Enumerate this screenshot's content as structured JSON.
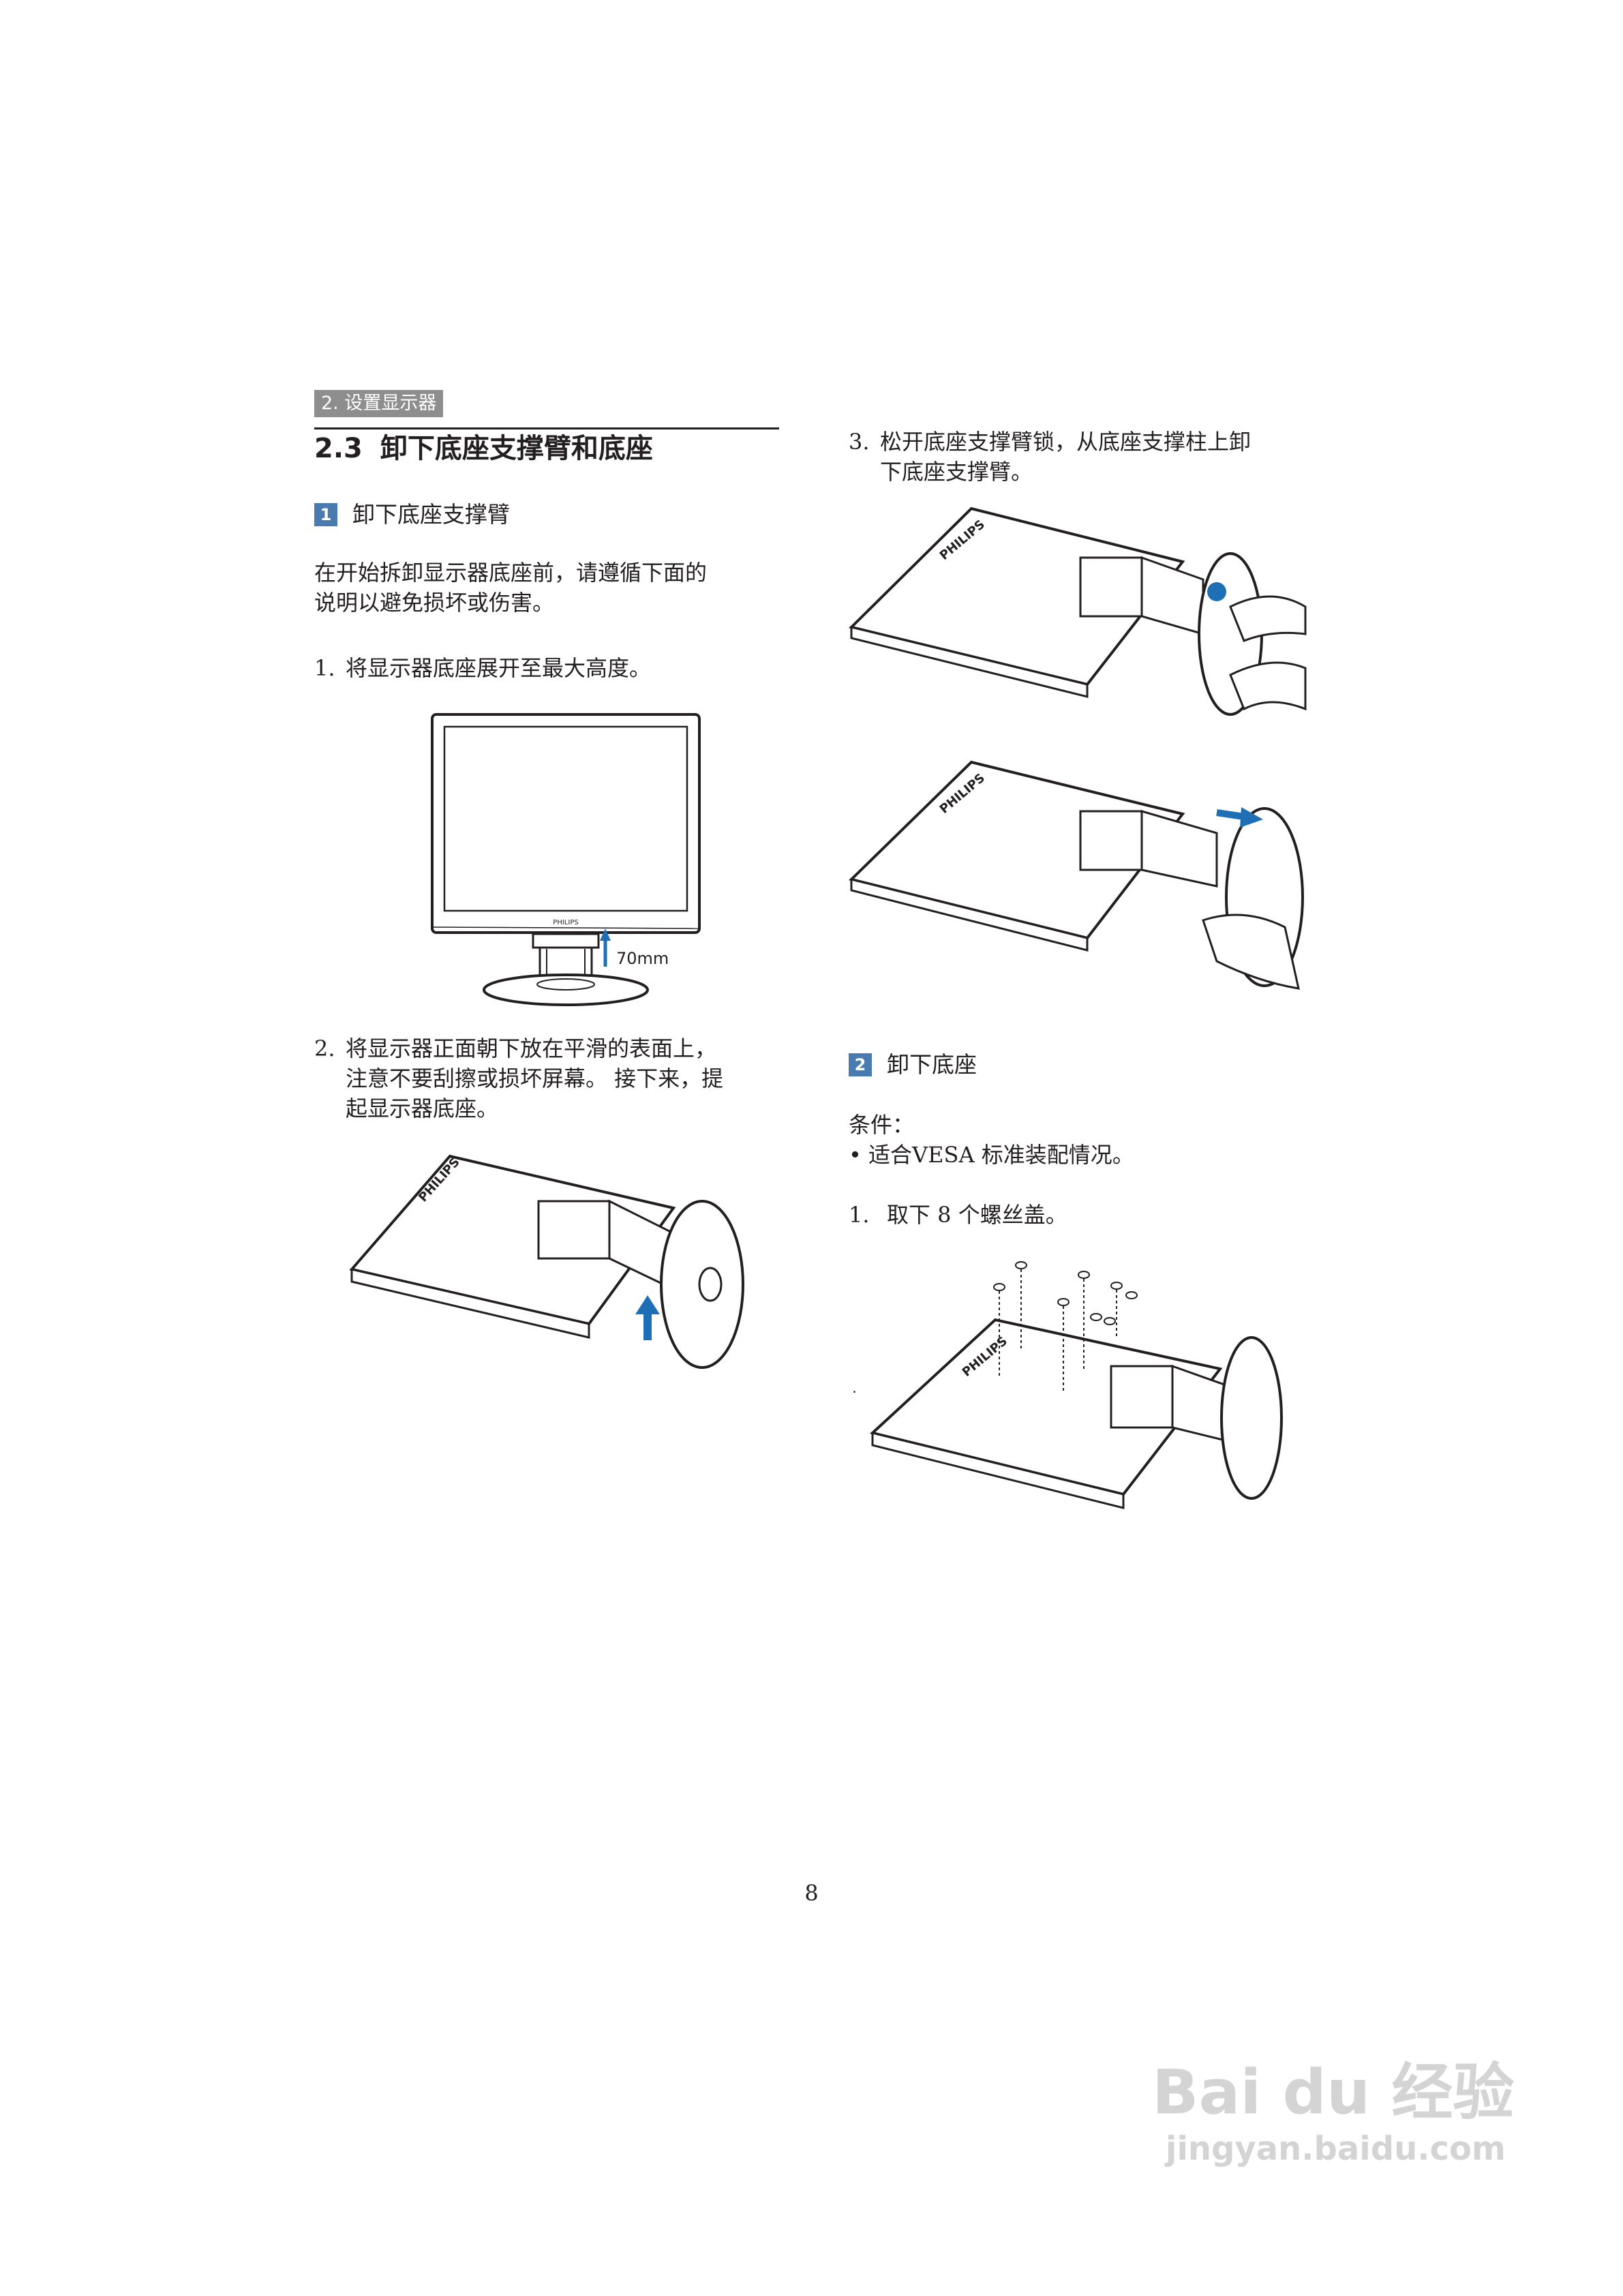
{
  "header": {
    "section_tag": "2. 设置显示器"
  },
  "title": {
    "number": "2.3",
    "text": "卸下底座支撑臂和底座"
  },
  "part1": {
    "badge": "1",
    "heading": "卸下底座支撑臂",
    "intro_line1": "在开始拆卸显示器底座前，请遵循下面的",
    "intro_line2": "说明以避免损坏或伤害。"
  },
  "steps_left": [
    {
      "num": "1.",
      "line1": "将显示器底座展开至最大高度。"
    },
    {
      "num": "2.",
      "line1": "将显示器正面朝下放在平滑的表面上，",
      "line2": "注意不要刮擦或损坏屏幕。 接下来，提",
      "line3": "起显示器底座。"
    }
  ],
  "step3": {
    "num": "3.",
    "line1": "松开底座支撑臂锁，从底座支撑柱上卸",
    "line2": "下底座支撑臂。"
  },
  "figure_labels": {
    "height_label": "70mm",
    "brand": "PHILIPS"
  },
  "part2": {
    "badge": "2",
    "heading": "卸下底座",
    "condition": "条件：",
    "bullet": "• 适合VESA 标准装配情况。",
    "step_num": "1.",
    "step_text": "取下 8 个螺丝盖。"
  },
  "stray_mark": ".",
  "page_number": "8",
  "watermark": {
    "logo": "Bai du 经验",
    "url": "jingyan.baidu.com"
  },
  "colors": {
    "accent": "#4a7bb0",
    "arrow": "#1f6fb7",
    "tag_bg": "#8e8e8e"
  }
}
